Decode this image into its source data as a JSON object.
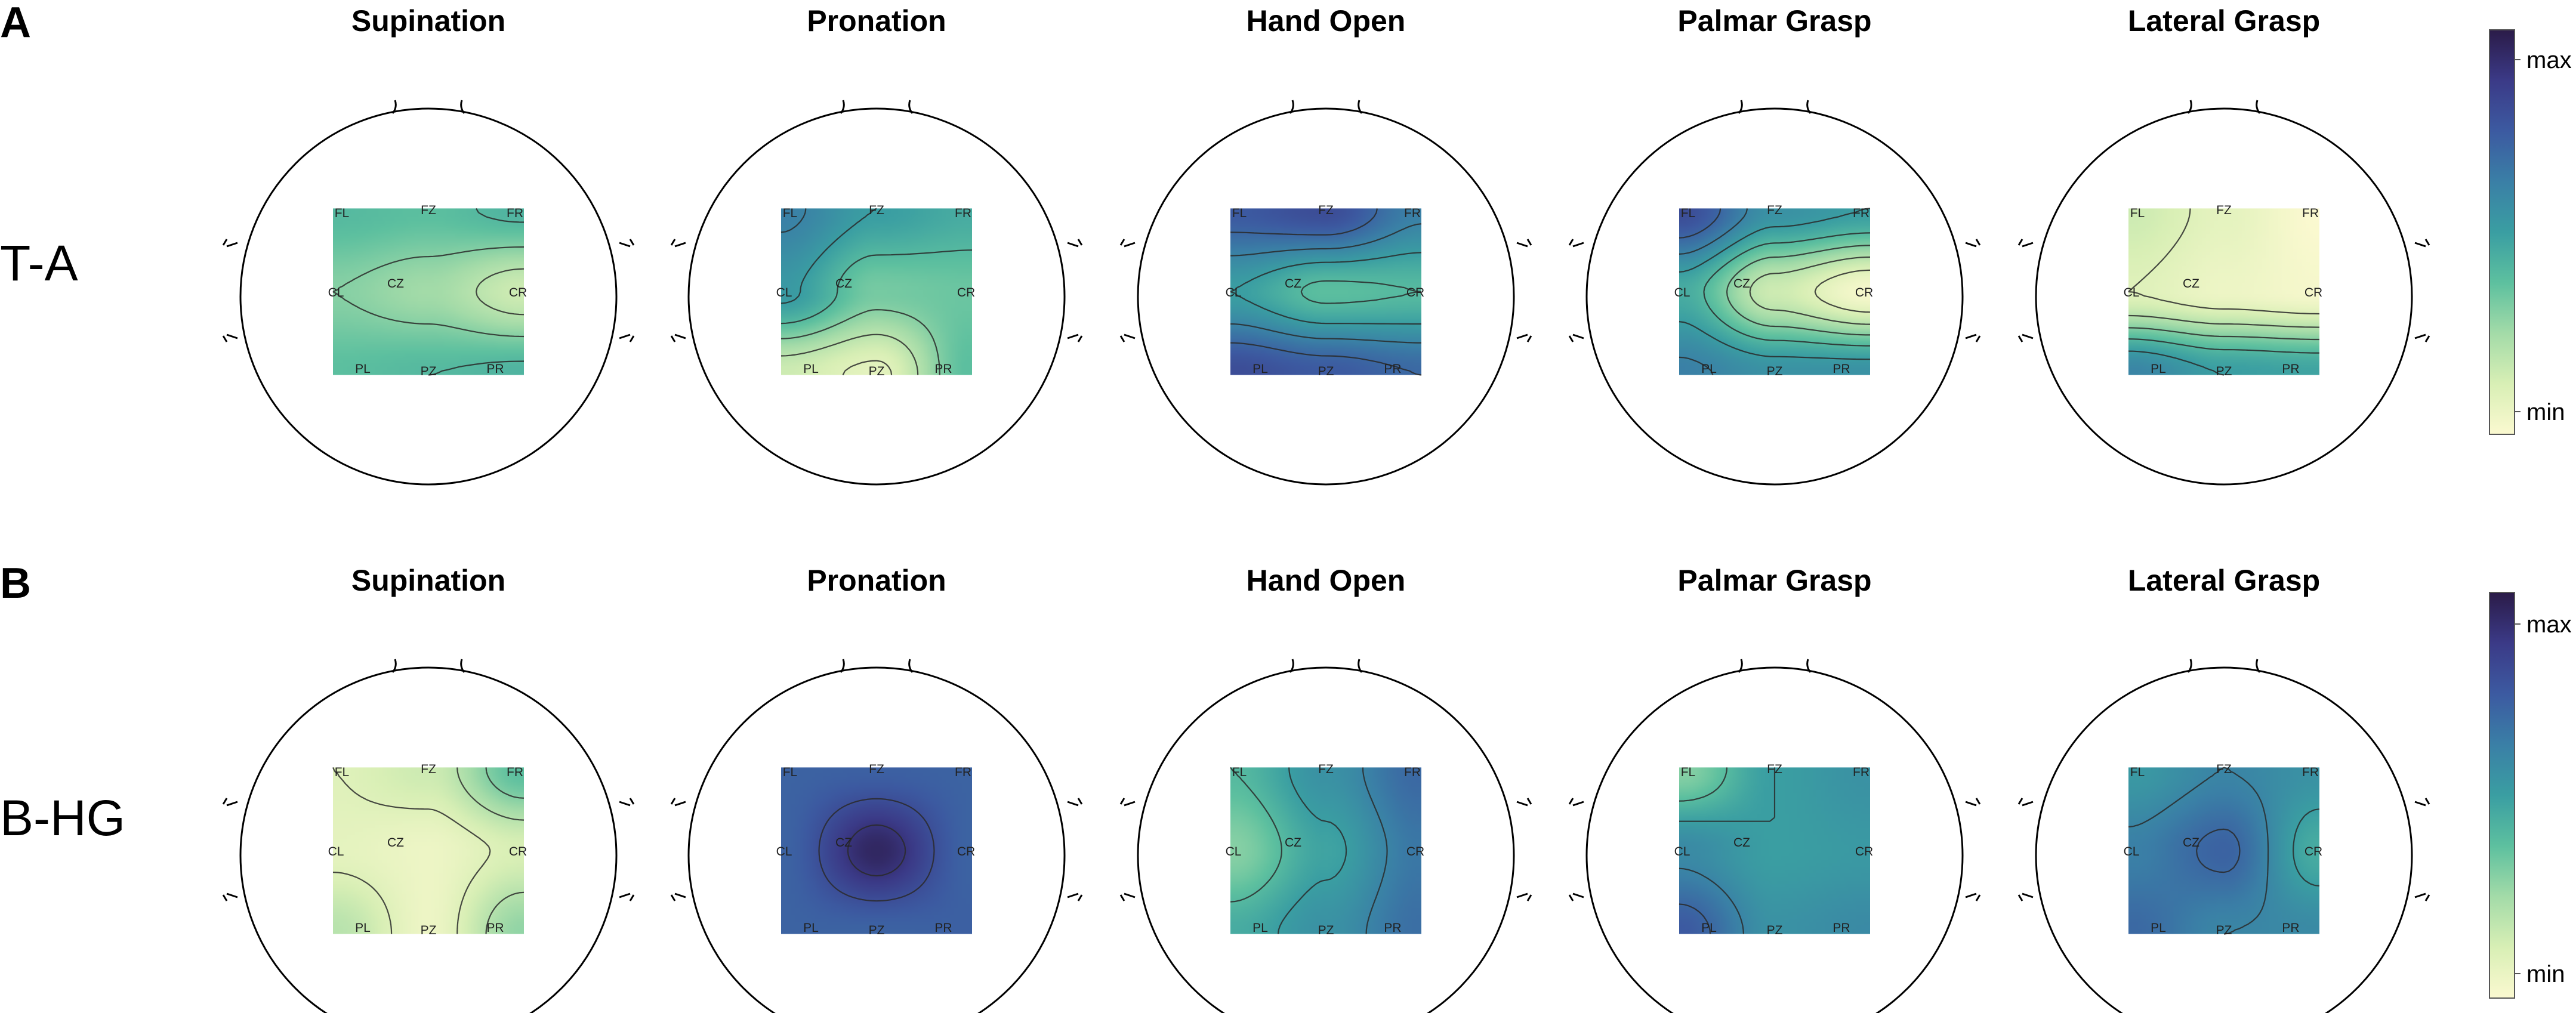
{
  "colormap": {
    "stops": [
      "#fbf9d0",
      "#d8efb5",
      "#a3dba8",
      "#5dc09f",
      "#3a9ea2",
      "#3a7fa6",
      "#3c5aa1",
      "#3b3a87",
      "#2b1b48"
    ],
    "min_label": "min",
    "max_label": "max"
  },
  "electrodes": [
    "FL",
    "FZ",
    "FR",
    "CL",
    "CZ",
    "CR",
    "PL",
    "PZ",
    "PR"
  ],
  "panels": [
    {
      "letter": "A",
      "row_label": "T-A",
      "maps": [
        {
          "title": "Supination",
          "values": [
            0.4,
            0.38,
            0.42,
            0.3,
            0.25,
            0.15,
            0.38,
            0.4,
            0.42
          ]
        },
        {
          "title": "Pronation",
          "values": [
            0.62,
            0.5,
            0.45,
            0.52,
            0.33,
            0.35,
            0.15,
            0.08,
            0.38
          ]
        },
        {
          "title": "Hand Open",
          "values": [
            0.75,
            0.8,
            0.62,
            0.5,
            0.38,
            0.4,
            0.8,
            0.75,
            0.7
          ]
        },
        {
          "title": "Palmar Grasp",
          "values": [
            0.8,
            0.55,
            0.5,
            0.45,
            0.15,
            0.02,
            0.62,
            0.55,
            0.55
          ]
        },
        {
          "title": "Lateral Grasp",
          "values": [
            0.15,
            0.08,
            0.0,
            0.1,
            0.05,
            0.02,
            0.6,
            0.5,
            0.48
          ]
        }
      ]
    },
    {
      "letter": "B",
      "row_label": "B-HG",
      "maps": [
        {
          "title": "Supination",
          "values": [
            0.1,
            0.15,
            0.38,
            0.08,
            0.05,
            0.12,
            0.2,
            0.05,
            0.28
          ]
        },
        {
          "title": "Pronation",
          "values": [
            0.72,
            0.73,
            0.72,
            0.72,
            0.95,
            0.72,
            0.72,
            0.72,
            0.73
          ]
        },
        {
          "title": "Hand Open",
          "values": [
            0.4,
            0.55,
            0.7,
            0.3,
            0.48,
            0.65,
            0.45,
            0.55,
            0.68
          ]
        },
        {
          "title": "Palmar Grasp",
          "values": [
            0.3,
            0.5,
            0.55,
            0.58,
            0.5,
            0.52,
            0.75,
            0.55,
            0.58
          ]
        },
        {
          "title": "Lateral Grasp",
          "values": [
            0.52,
            0.6,
            0.55,
            0.62,
            0.72,
            0.45,
            0.7,
            0.6,
            0.58
          ]
        }
      ]
    }
  ]
}
